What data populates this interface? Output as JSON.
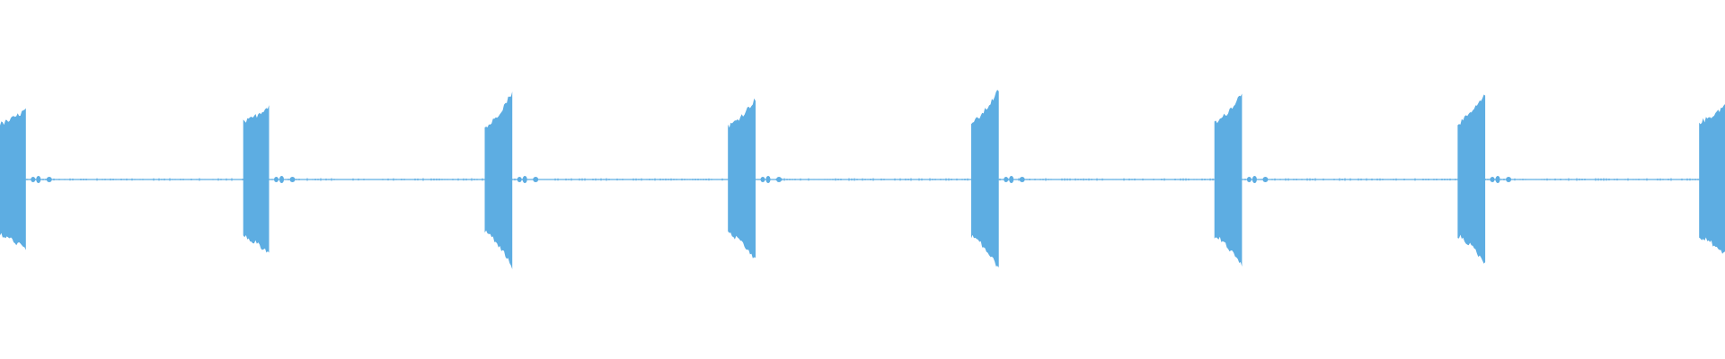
{
  "waveform": {
    "color": "#5dade2",
    "background": "#ffffff",
    "pulse_count": 8,
    "pulses": [
      {
        "start_fraction": 0.0,
        "end_fraction": 0.015,
        "peak_amplitude": 0.78,
        "floor_amplitude": 0.62
      },
      {
        "start_fraction": 0.141,
        "end_fraction": 0.156,
        "peak_amplitude": 0.83,
        "floor_amplitude": 0.64
      },
      {
        "start_fraction": 0.281,
        "end_fraction": 0.297,
        "peak_amplitude": 0.98,
        "floor_amplitude": 0.58
      },
      {
        "start_fraction": 0.422,
        "end_fraction": 0.438,
        "peak_amplitude": 0.9,
        "floor_amplitude": 0.6
      },
      {
        "start_fraction": 0.563,
        "end_fraction": 0.579,
        "peak_amplitude": 1.0,
        "floor_amplitude": 0.63
      },
      {
        "start_fraction": 0.704,
        "end_fraction": 0.72,
        "peak_amplitude": 0.97,
        "floor_amplitude": 0.63
      },
      {
        "start_fraction": 0.845,
        "end_fraction": 0.861,
        "peak_amplitude": 0.94,
        "floor_amplitude": 0.63
      },
      {
        "start_fraction": 0.985,
        "end_fraction": 1.0,
        "peak_amplitude": 0.83,
        "floor_amplitude": 0.64
      }
    ],
    "noise_amplitude": 0.015,
    "blip_amplitude": 0.05
  }
}
